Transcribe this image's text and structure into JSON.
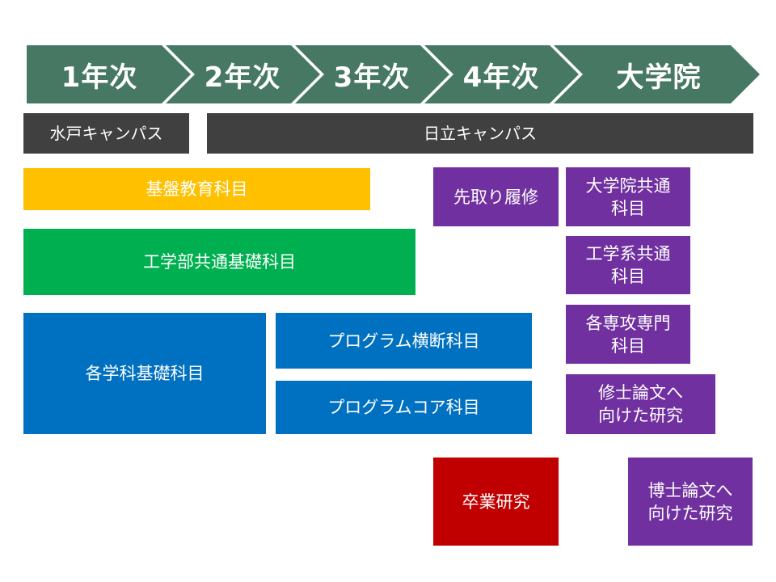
{
  "colors": {
    "arrow": "#467864",
    "campus": "#404040",
    "basic": "#ffc000",
    "engineering": "#00b050",
    "department": "#0070c0",
    "graduate": "#7030a0",
    "graduation": "#c00000"
  },
  "timeline": {
    "stages": [
      "1年次",
      "2年次",
      "3年次",
      "4年次",
      "大学院"
    ]
  },
  "campuses": {
    "mito": "水戸キャンパス",
    "hitachi": "日立キャンパス"
  },
  "courses": {
    "basic_education": "基盤教育科目",
    "engineering_common": "工学部共通基礎科目",
    "department_basic": "各学科基礎科目",
    "program_cross": "プログラム横断科目",
    "program_core": "プログラムコア科目",
    "advance_course": "先取り履修",
    "grad_common": "大学院共通\n科目",
    "eng_common": "工学系共通\n科目",
    "major_specialized": "各専攻専門\n科目",
    "master_thesis": "修士論文へ\n向けた研究",
    "graduation_research": "卒業研究",
    "doctoral_thesis": "博士論文へ\n向けた研究"
  }
}
